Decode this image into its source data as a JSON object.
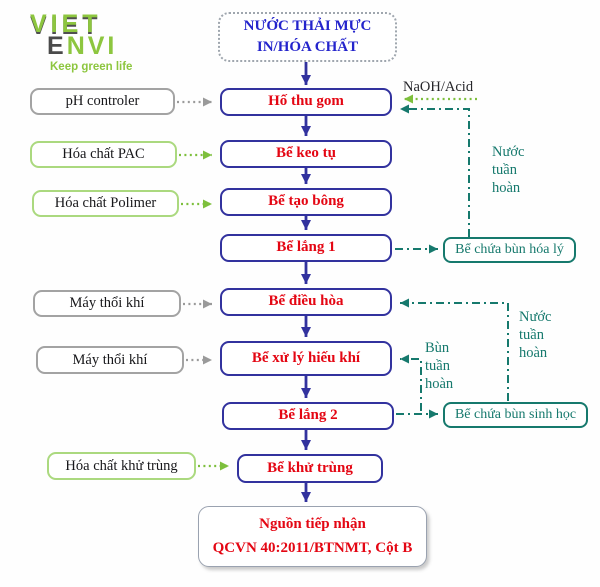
{
  "logo": {
    "word_top": "VIET",
    "word_bottom_prefix": "E",
    "word_bottom_suffix": "NVI",
    "tagline": "Keep green life"
  },
  "source": {
    "line1": "NƯỚC THẢI MỰC",
    "line2": "IN/HÓA CHẤT"
  },
  "steps": [
    {
      "label": "Hố thu gom"
    },
    {
      "label": "Bể keo tụ"
    },
    {
      "label": "Bể tạo bông"
    },
    {
      "label": "Bể lắng 1"
    },
    {
      "label": "Bể điều hòa"
    },
    {
      "label": "Bể xử lý hiếu khí"
    },
    {
      "label": "Bể lắng 2"
    },
    {
      "label": "Bể khử trùng"
    }
  ],
  "inputs": [
    {
      "label": "pH controler",
      "style": "gray"
    },
    {
      "label": "Hóa chất PAC",
      "style": "green"
    },
    {
      "label": "Hóa chất Polimer",
      "style": "green"
    },
    {
      "label": "Máy thổi khí",
      "style": "gray"
    },
    {
      "label": "Máy thổi khí",
      "style": "gray"
    },
    {
      "label": "Hóa chất khử trùng",
      "style": "green"
    }
  ],
  "sludge_tanks": [
    {
      "label": "Bể chứa bùn hóa lý"
    },
    {
      "label": "Bể chứa bùn sinh học"
    }
  ],
  "output": {
    "line1": "Nguồn tiếp nhận",
    "line2": "QCVN 40:2011/BTNMT, Cột B"
  },
  "annotations": {
    "chemical_feed": "NaOH/Acid",
    "recirc_water_top": "Nước tuần hoàn",
    "recirc_water_bottom": "Nước tuần hoàn",
    "sludge_return": "Bùn tuần hoàn"
  },
  "colors": {
    "process_border_navy": "#32329e",
    "process_text_red": "#e40613",
    "source_text_blue": "#2424cc",
    "sludge_teal": "#16796d",
    "chemical_arrow_green": "#7dbf3c",
    "chemical_box_border_green": "#abd97f",
    "utility_gray": "#9a9a9a",
    "logo_green": "#8dc63f"
  }
}
